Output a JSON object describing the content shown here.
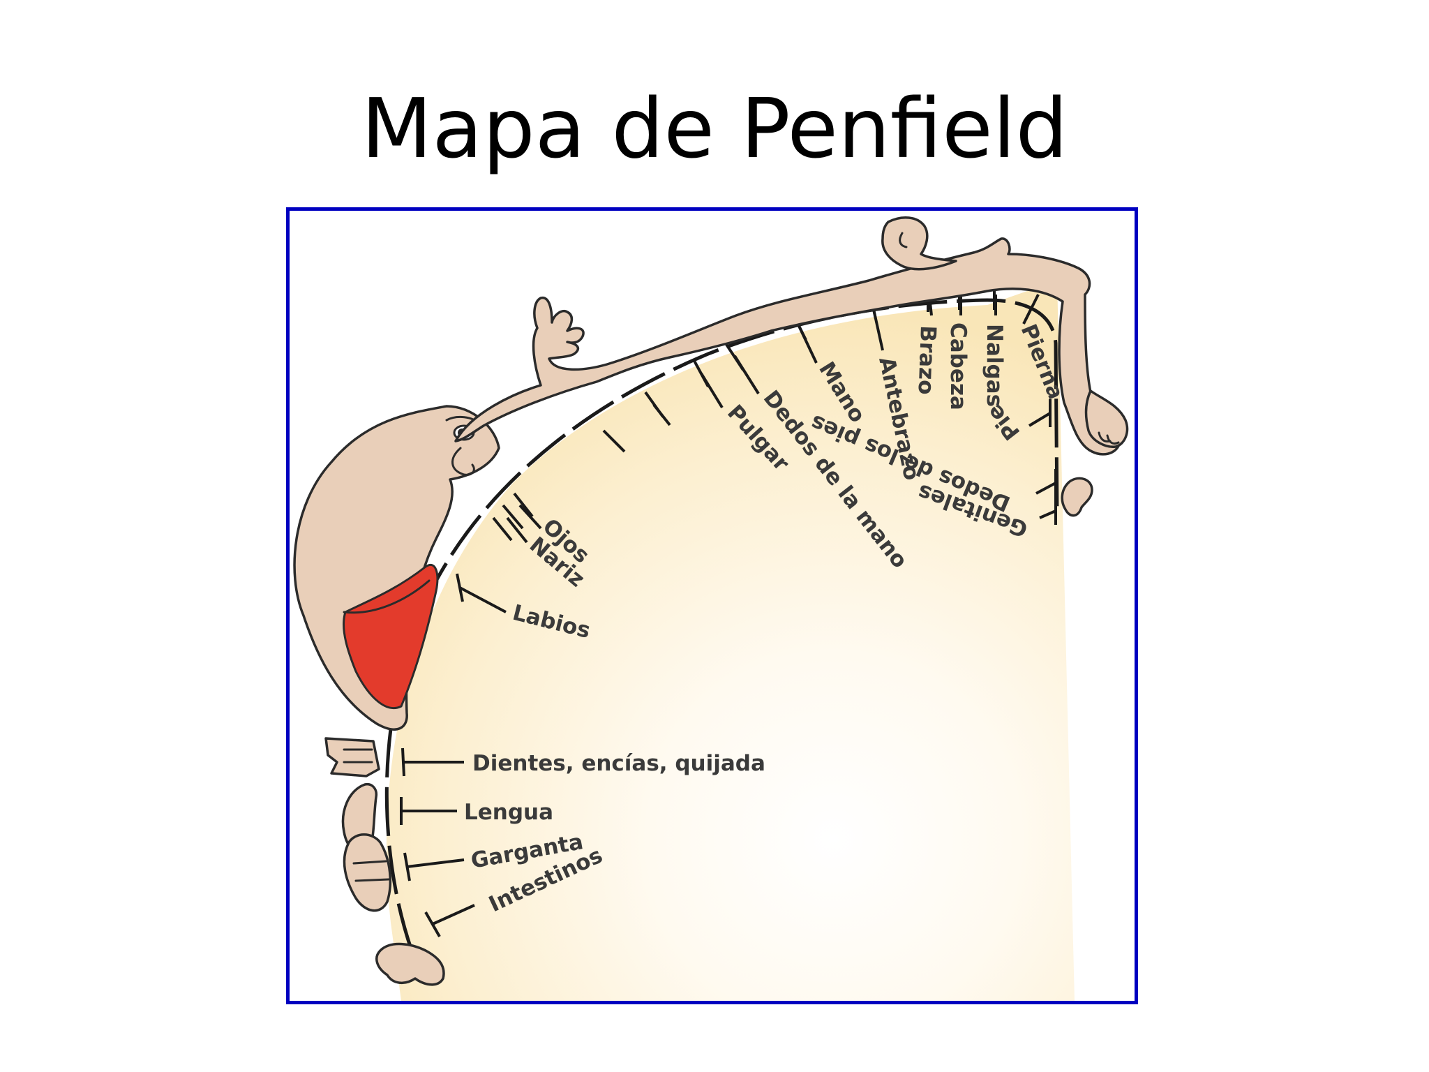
{
  "title": "Mapa de Penfield",
  "labels": {
    "pierna": "Pierna",
    "nalgas": "Nalgas",
    "cabeza": "Cabeza",
    "brazo": "Brazo",
    "antebrazo": "Antebrazo",
    "mano": "Mano",
    "dedos_mano": "Dedos de la mano",
    "pulgar": "Pulgar",
    "ojos": "Ojos",
    "nariz": "Nariz",
    "labios": "Labios",
    "dientes": "Dientes, encías, quijada",
    "lengua": "Lengua",
    "garganta": "Garganta",
    "intestinos": "Intestinos",
    "pie": "Pie",
    "dedos_pies": "Dedos de los pies",
    "genitales": "Genitales"
  },
  "colors": {
    "frame": "#0000c0",
    "skin": "#e9cfb9",
    "lips": "#e33b2c",
    "cortex": "#fbecc6"
  }
}
